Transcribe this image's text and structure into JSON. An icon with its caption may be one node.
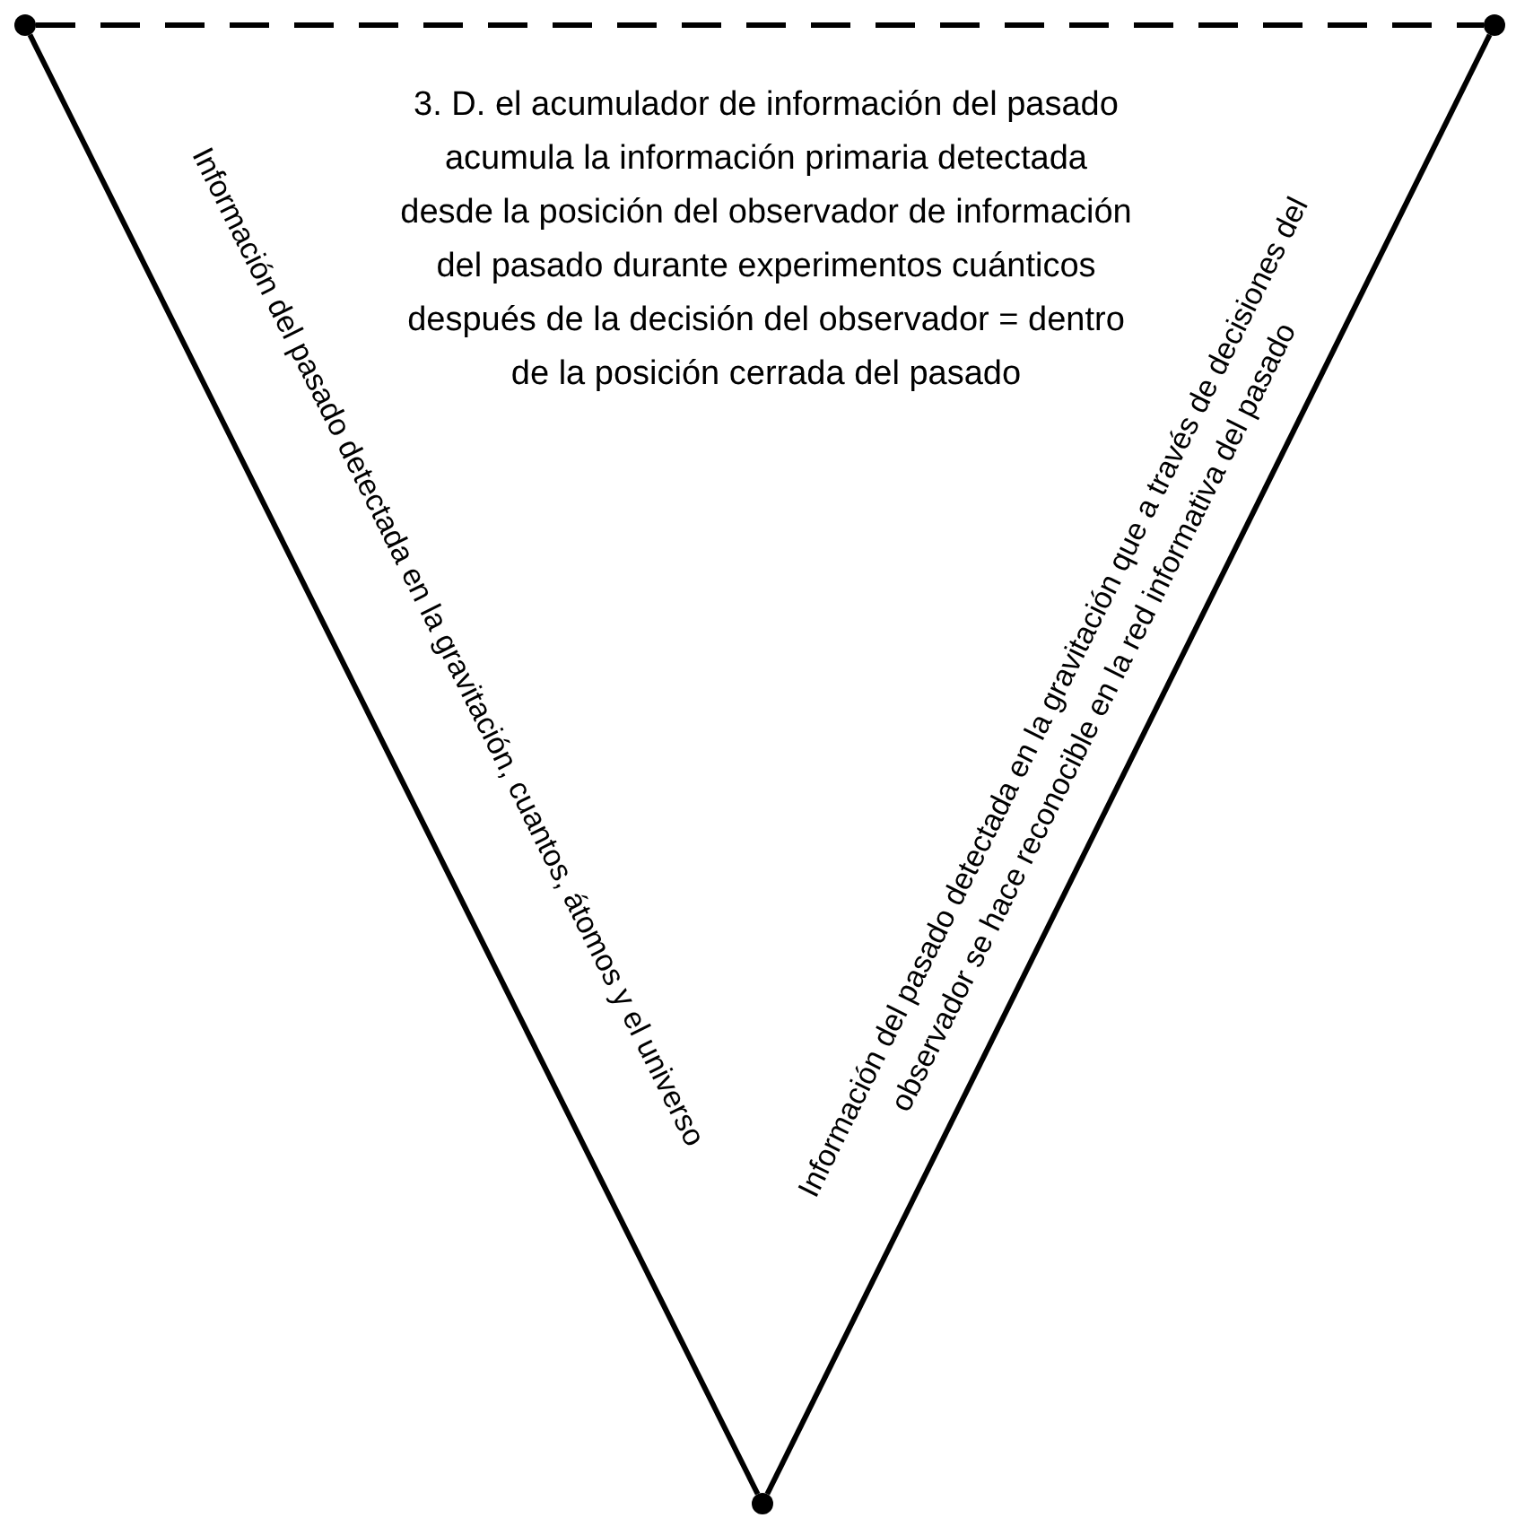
{
  "diagram": {
    "nodes": [
      {
        "text": [],
        "shape": "circle"
      },
      {
        "text": [],
        "shape": "circle"
      },
      {
        "text": [],
        "shape": "circle"
      }
    ],
    "edges": [
      {
        "from": 0,
        "to": 1,
        "arrow": "none",
        "style": "dashed"
      },
      {
        "from": 0,
        "to": 2,
        "arrow": "none",
        "label": "Información del pasado detectada en la gravitación, cuantos, átomos y el universo"
      },
      {
        "from": 2,
        "to": 1,
        "arrow": "none",
        "label": "Información del pasado detectada en la gravitación que a través de decisiones del observador se hace reconocible en la red informativa del pasado"
      }
    ],
    "labels": [
      "3. D. el acumulador de información del pasado acumula la información primaria detectada desde la posición del observador de información del pasado durante experimentos cuánticos después de la decisión del observador = dentro de la posición cerrada del pasado"
    ]
  }
}
